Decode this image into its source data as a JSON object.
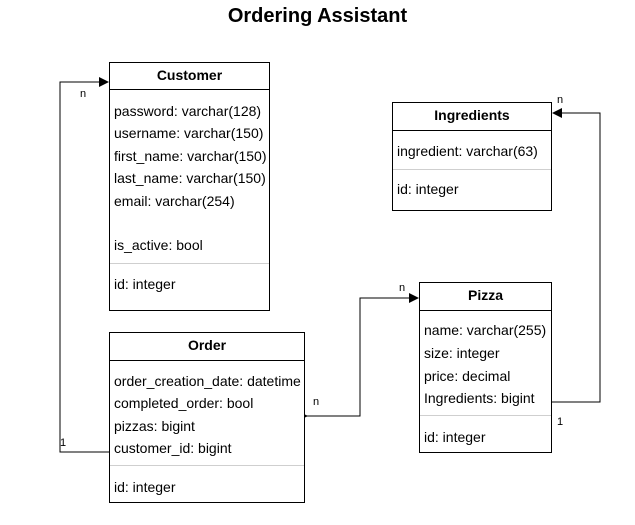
{
  "title": "Ordering Assistant",
  "entities": {
    "customer": {
      "name": "Customer",
      "fields": [
        "password: varchar(128)",
        "username: varchar(150)",
        "first_name: varchar(150)",
        "last_name: varchar(150)",
        "email: varchar(254)",
        "is_active: bool"
      ],
      "key": "id: integer"
    },
    "ingredients": {
      "name": "Ingredients",
      "fields": [
        "ingredient: varchar(63)"
      ],
      "key": "id: integer"
    },
    "order": {
      "name": "Order",
      "fields": [
        "order_creation_date: datetime",
        "completed_order: bool",
        "pizzas: bigint",
        "customer_id: bigint"
      ],
      "key": "id: integer"
    },
    "pizza": {
      "name": "Pizza",
      "fields": [
        "name: varchar(255)",
        "size: integer",
        "price: decimal",
        "Ingredients: bigint"
      ],
      "key": "id: integer"
    }
  },
  "multiplicities": {
    "customer_n": "n",
    "order_customer_1": "1",
    "ingredients_n": "n",
    "pizza_ingredients_1": "1",
    "pizza_n": "n",
    "order_pizza_n": "n"
  }
}
